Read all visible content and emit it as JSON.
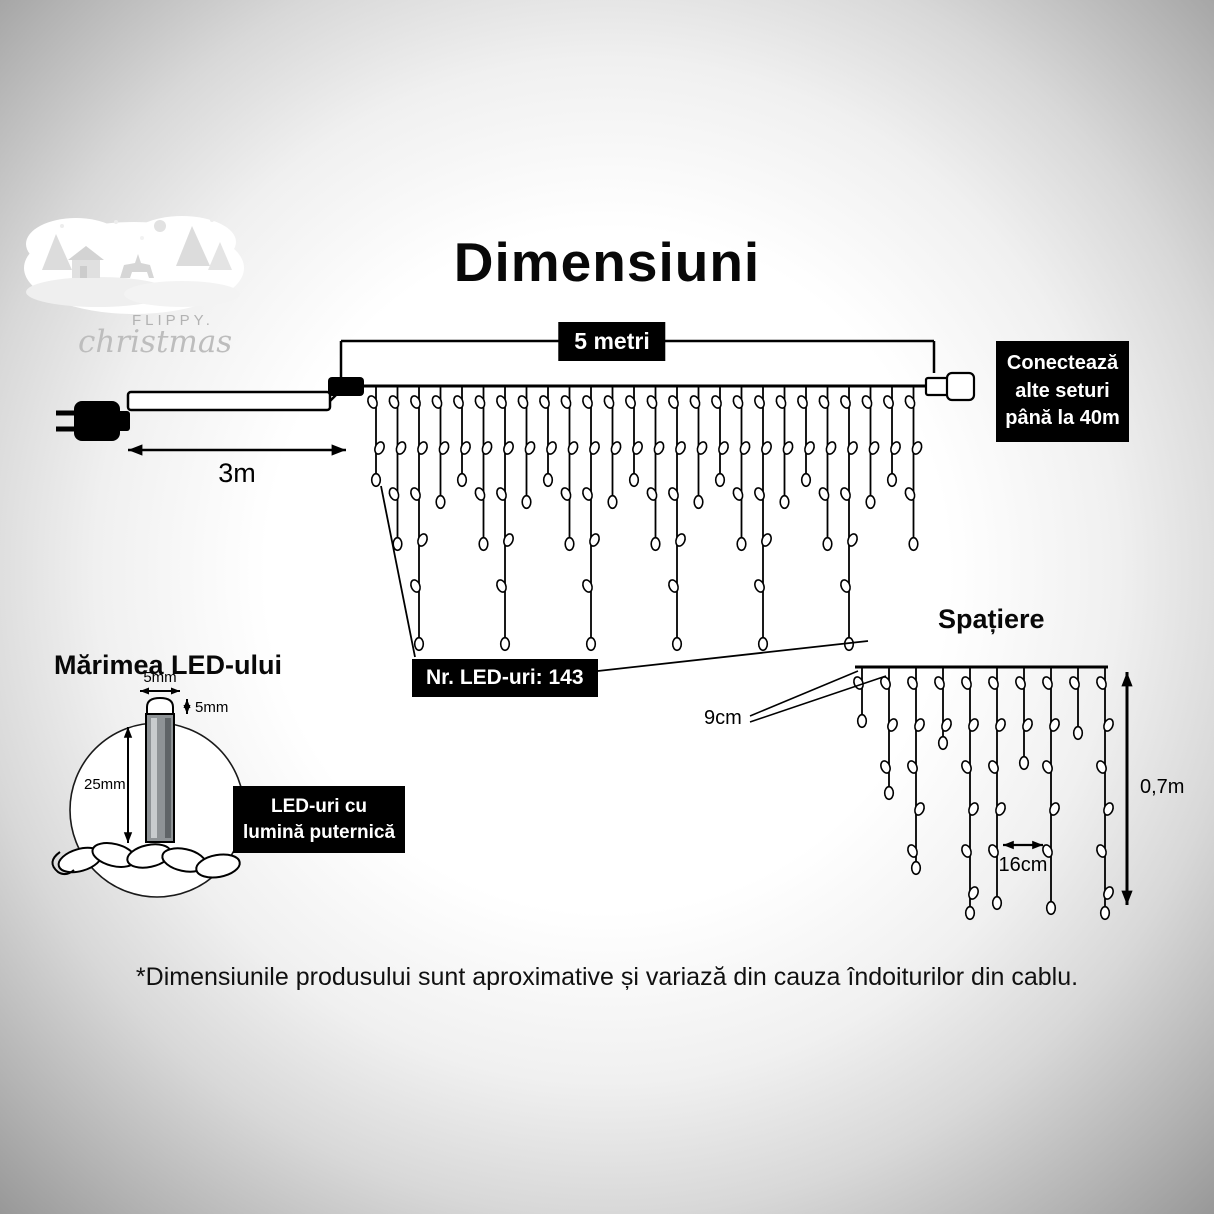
{
  "title": "Dimensiuni",
  "logo": {
    "brand": "FLIPPY.",
    "script": "christmas"
  },
  "curtain": {
    "total_width": "5 metri",
    "lead_length": "3m",
    "connect_note": "Conectează alte seturi până la 40m",
    "led_count": "Nr. LED-uri: 143"
  },
  "led_size": {
    "heading": "Mărimea LED-ului",
    "cap_width": "5mm",
    "cap_height": "5mm",
    "body_length": "25mm",
    "note": "LED-uri cu lumină puternică"
  },
  "spacing": {
    "heading": "Spațiere",
    "drop_gap": "9cm",
    "segment_gap": "16cm",
    "drop_length": "0,7m"
  },
  "disclaimer": "*Dimensiunile produsului sunt aproximative și variază din cauza îndoiturilor din cablu."
}
